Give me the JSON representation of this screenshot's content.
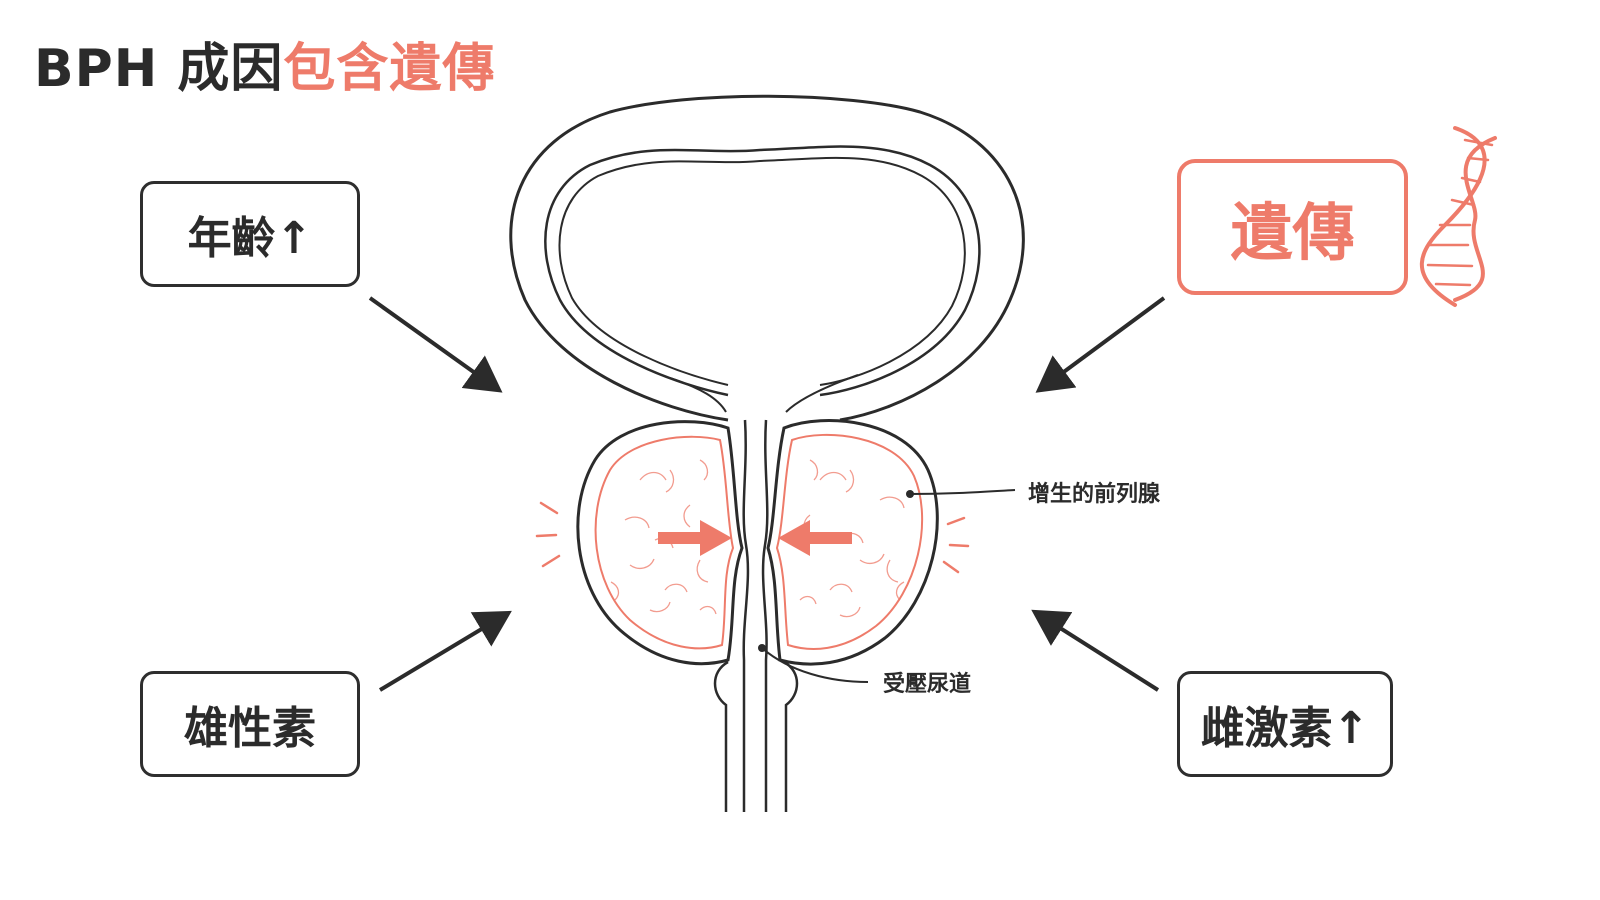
{
  "title": {
    "prefix": "BPH 成因",
    "highlight": "包含遺傳"
  },
  "factors": {
    "age": "年齡↑",
    "androgen": "雄性素",
    "genetics": "遺傳",
    "estrogen": "雌激素↑"
  },
  "labels": {
    "prostate": "增生的前列腺",
    "urethra": "受壓尿道"
  },
  "colors": {
    "accent": "#ee7b6a",
    "ink": "#2b2b2b"
  },
  "icons": [
    "dna-icon",
    "arrow-icon"
  ]
}
